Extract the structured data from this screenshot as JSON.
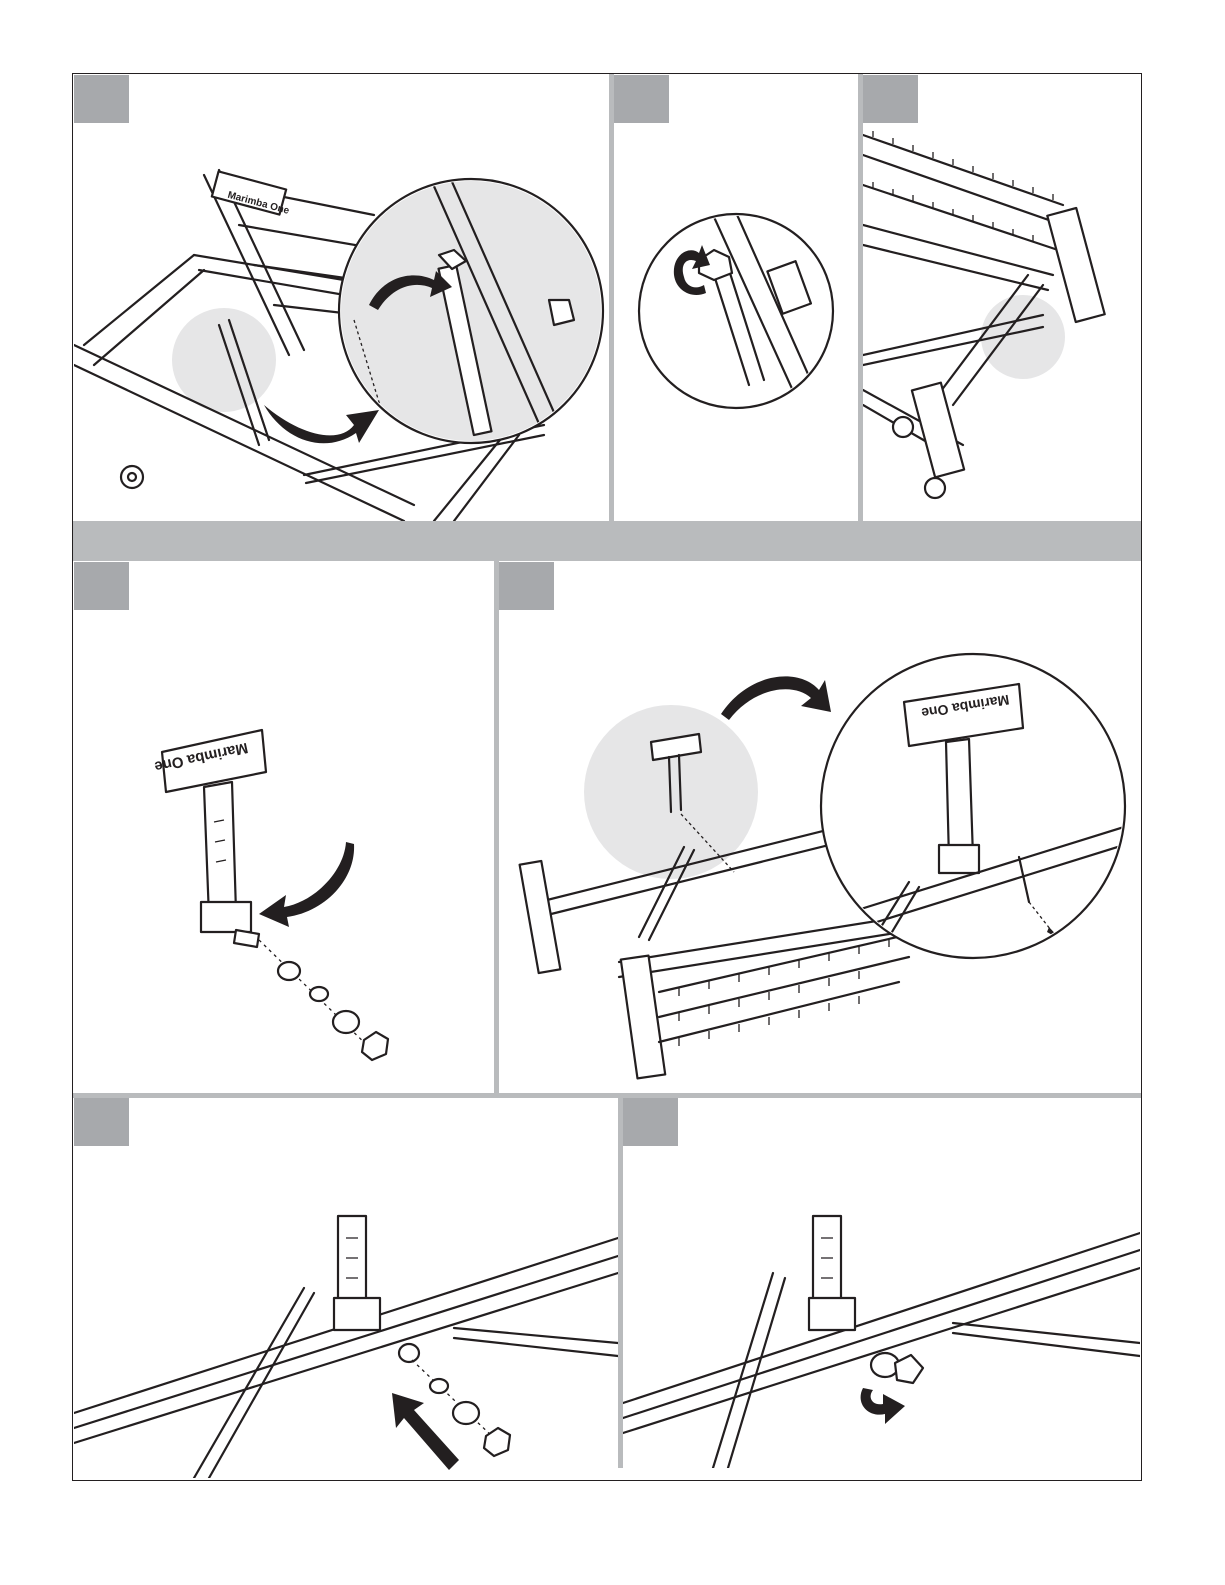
{
  "document": {
    "brand_label": "Marimba One",
    "steps": [
      {
        "id": "step-1",
        "caption": ""
      },
      {
        "id": "step-2",
        "caption": ""
      },
      {
        "id": "step-3",
        "caption": ""
      },
      {
        "id": "step-4",
        "caption": ""
      },
      {
        "id": "step-5",
        "caption": ""
      },
      {
        "id": "step-6",
        "caption": ""
      },
      {
        "id": "step-7",
        "caption": ""
      }
    ]
  },
  "colors": {
    "step_tab": "#a7a9ac",
    "divider": "#b9bbbd",
    "highlight_circle": "#e6e6e7",
    "ink": "#231f20"
  },
  "icons": [
    "curved-arrow-icon",
    "rotate-arrow-icon",
    "straight-arrow-icon",
    "dashed-arrow-icon"
  ]
}
